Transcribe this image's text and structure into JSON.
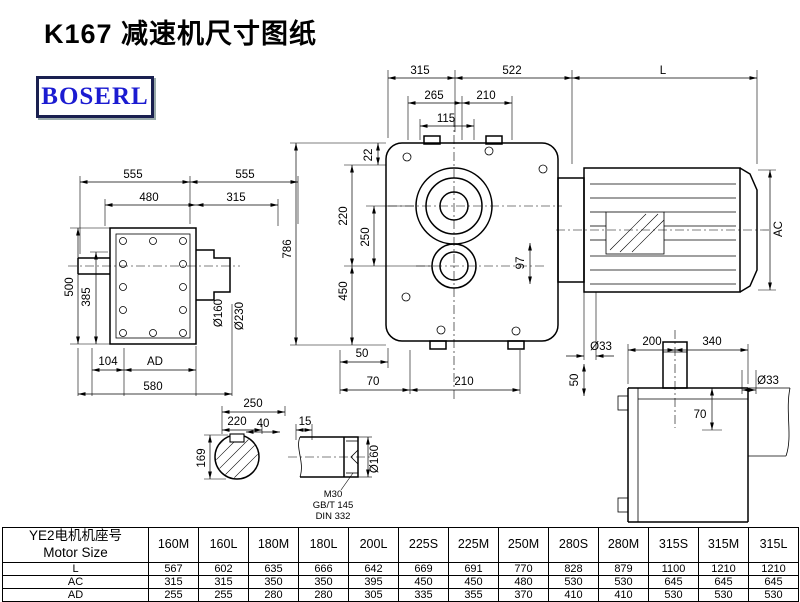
{
  "title": "K167 减速机尺寸图纸",
  "logo": {
    "text": "BOSERL"
  },
  "front_view": {
    "dim_width_1": "315",
    "dim_width_2": "522",
    "dim_motor_length": "L",
    "dim_265": "265",
    "dim_210_top": "210",
    "dim_115": "115",
    "dim_22": "22",
    "dim_220": "220",
    "dim_250": "250",
    "dim_450": "450",
    "dim_786": "786",
    "dim_97": "97",
    "dim_50_bottom": "50",
    "dim_70": "70",
    "dim_210_bottom": "210",
    "dim_shaft_dia": "Ø33",
    "dim_50_motor": "50",
    "dim_motor_dia": "AC"
  },
  "side_view": {
    "dim_555_left": "555",
    "dim_555_right": "555",
    "dim_480": "480",
    "dim_315": "315",
    "dim_385": "385",
    "dim_500": "500",
    "dim_104": "104",
    "dim_AD": "AD",
    "dim_580": "580",
    "dim_phi160": "Ø160",
    "dim_phi230": "Ø230"
  },
  "shaft_end_view": {
    "dim_40": "40",
    "dim_169": "169"
  },
  "shaft_detail_view": {
    "dim_250": "250",
    "dim_220": "220",
    "dim_15": "15",
    "thread_label": "M30",
    "standard_gb": "GB/T 145",
    "standard_din": "DIN 332",
    "dim_phi160": "Ø160"
  },
  "output_shaft_view": {
    "dim_200": "200",
    "dim_340": "340",
    "dim_phi33": "Ø33",
    "dim_70": "70"
  },
  "table": {
    "header_cn": "YE2电机机座号",
    "header_en": "Motor Size",
    "columns": [
      "160M",
      "160L",
      "180M",
      "180L",
      "200L",
      "225S",
      "225M",
      "250M",
      "280S",
      "280M",
      "315S",
      "315M",
      "315L"
    ],
    "rows": [
      {
        "label": "L",
        "values": [
          "567",
          "602",
          "635",
          "666",
          "642",
          "669",
          "691",
          "770",
          "828",
          "879",
          "1100",
          "1210",
          "1210"
        ]
      },
      {
        "label": "AC",
        "values": [
          "315",
          "315",
          "350",
          "350",
          "395",
          "450",
          "450",
          "480",
          "530",
          "530",
          "645",
          "645",
          "645"
        ]
      },
      {
        "label": "AD",
        "values": [
          "255",
          "255",
          "280",
          "280",
          "305",
          "335",
          "355",
          "370",
          "410",
          "410",
          "530",
          "530",
          "530"
        ]
      }
    ]
  }
}
